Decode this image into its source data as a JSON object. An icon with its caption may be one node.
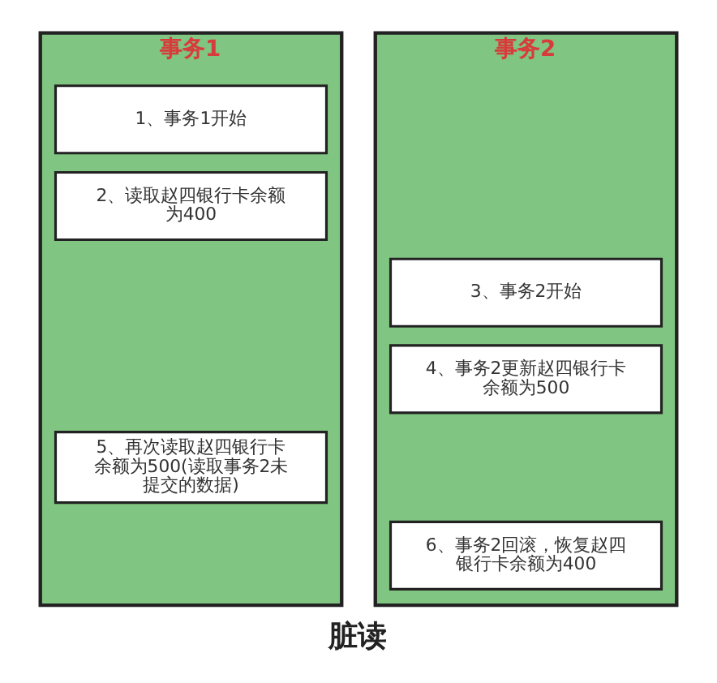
{
  "diagram": {
    "title": "脏读",
    "nodes": [
      {
        "text": [
          "事务1"
        ]
      },
      {
        "text": [
          "1、事务1开始"
        ],
        "in": 0
      },
      {
        "text": [
          "2、读取赵四银行卡余额为400"
        ],
        "in": 0
      },
      {
        "text": [
          "5、再次读取赵四银行卡余额为500(读取事务2未提交的数据)"
        ],
        "in": 0
      },
      {
        "text": [
          "事务2"
        ]
      },
      {
        "text": [
          "3、事务2开始"
        ],
        "in": 4
      },
      {
        "text": [
          "4、事务2更新赵四银行卡余额为500"
        ],
        "in": 4
      },
      {
        "text": [
          "6、事务2回滚，恢复赵四银行卡余额为400"
        ],
        "in": 4
      }
    ]
  }
}
